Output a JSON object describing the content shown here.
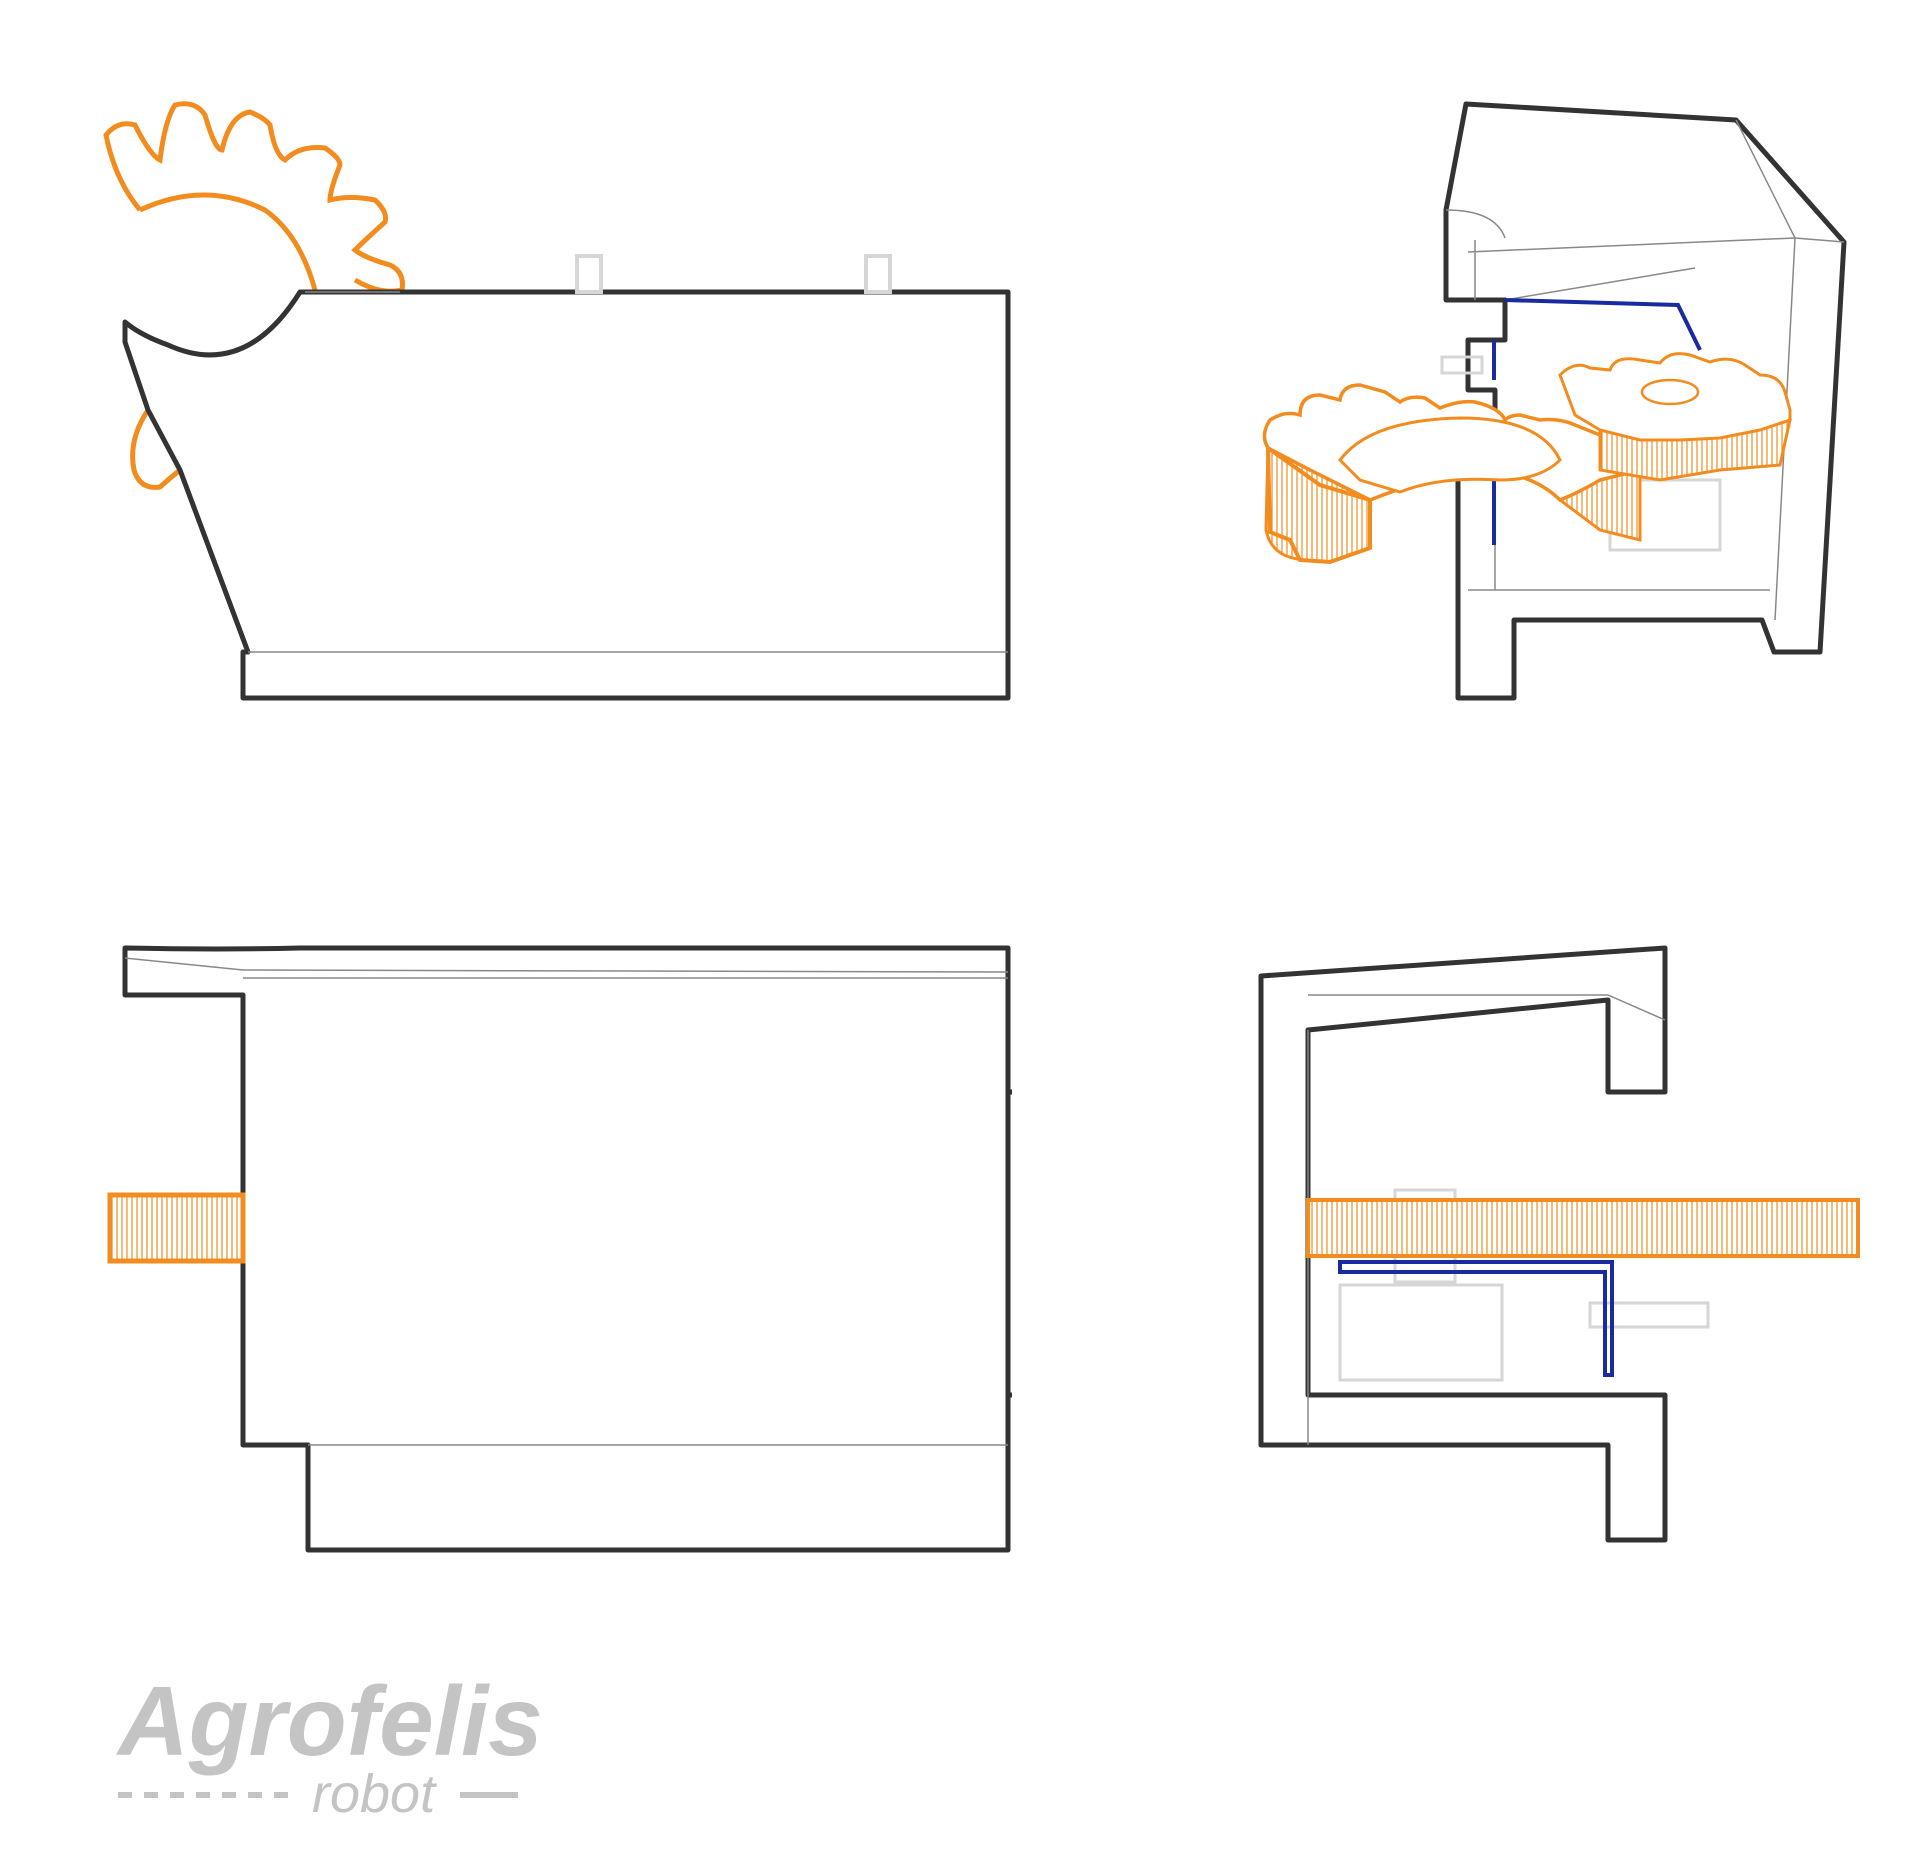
{
  "colors": {
    "frame": "#333333",
    "gear": "#f28c1e",
    "link": "#1a2aa0",
    "ghost": "#d6d6d6",
    "thin": "#888888",
    "brand": "#c4c4c4"
  },
  "icons": {
    "gear": "gear-icon",
    "bracket": "bracket-outline",
    "servo": "servo-outline"
  },
  "logo": {
    "name": "Agrofelis",
    "sub": "robot"
  }
}
